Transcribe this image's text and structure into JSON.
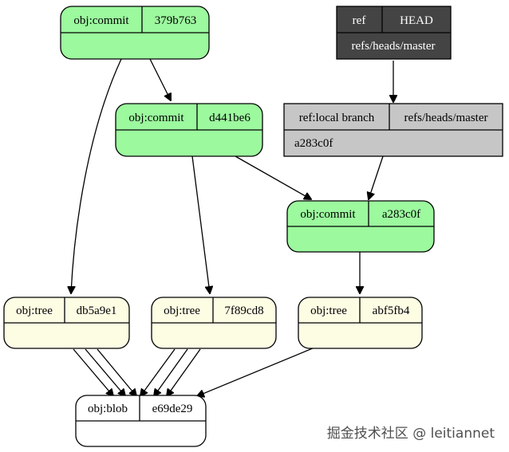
{
  "nodes": {
    "commit_379": {
      "kind": "obj:commit",
      "id": "379b763"
    },
    "commit_d44": {
      "kind": "obj:commit",
      "id": "d441be6"
    },
    "commit_a28": {
      "kind": "obj:commit",
      "id": "a283c0f"
    },
    "tree_db5": {
      "kind": "obj:tree",
      "id": "db5a9e1"
    },
    "tree_7f8": {
      "kind": "obj:tree",
      "id": "7f89cd8"
    },
    "tree_abf": {
      "kind": "obj:tree",
      "id": "abf5fb4"
    },
    "blob_e69": {
      "kind": "obj:blob",
      "id": "e69de29"
    },
    "ref_head": {
      "kind": "ref",
      "name": "HEAD",
      "target": "refs/heads/master"
    },
    "ref_local": {
      "kind": "ref:local branch",
      "name": "refs/heads/master",
      "target": "a283c0f"
    }
  },
  "colors": {
    "commit_fill": "#9cf99e",
    "tree_fill": "#fdfde4",
    "blob_fill": "#ffffff",
    "ref_head_fill": "#444444",
    "ref_local_fill": "#c6c6c6",
    "stroke": "#000000"
  },
  "watermark": "掘金技术社区 @ leitiannet"
}
